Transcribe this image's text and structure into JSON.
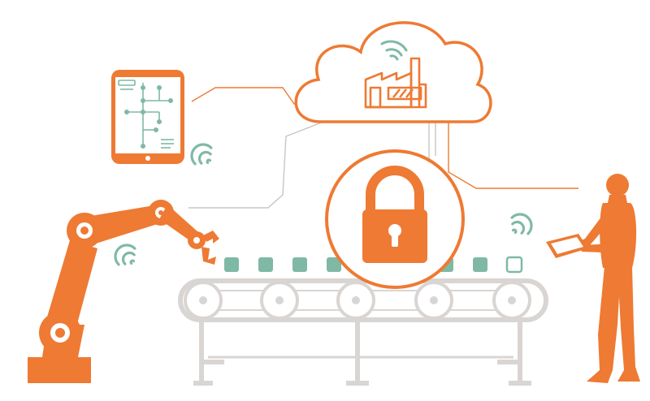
{
  "colors": {
    "accent": "#EE7A33",
    "teal": "#7FB9A6",
    "conveyor": "#D9D5D3",
    "line_gray": "#C9C5C3",
    "background": "#FFFFFF"
  },
  "elements": {
    "cloud": {
      "icon": "cloud-icon",
      "contents": [
        "factory-icon",
        "wifi-icon"
      ]
    },
    "tablet": {
      "icon": "tablet-icon",
      "contents": "network-diagram"
    },
    "lock": {
      "icon": "padlock-icon"
    },
    "robot_arm": {
      "icon": "robot-arm-icon"
    },
    "worker": {
      "icon": "person-with-tablet-icon"
    },
    "conveyor": {
      "icon": "conveyor-belt-icon",
      "items": 8,
      "highlighted_item": 8
    },
    "signals": [
      "wifi-icon",
      "wifi-icon",
      "wifi-icon",
      "wifi-icon"
    ]
  }
}
